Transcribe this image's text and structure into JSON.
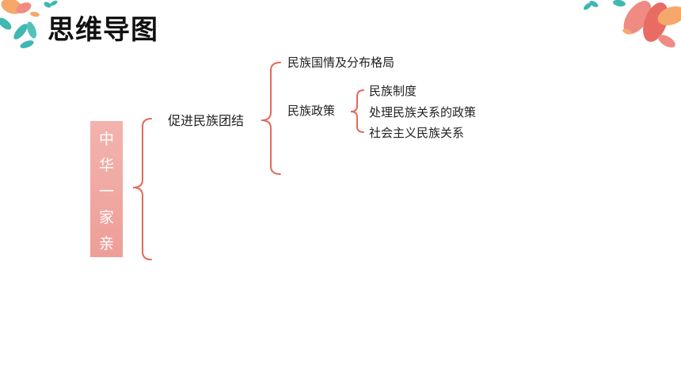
{
  "title": "思维导图",
  "root": {
    "label": "中华一家亲",
    "chars": [
      "中",
      "华",
      "一",
      "家",
      "亲"
    ]
  },
  "level1": {
    "label": "促进民族团结"
  },
  "level2": [
    {
      "label": "民族国情及分布格局"
    },
    {
      "label": "民族政策"
    }
  ],
  "level3": [
    {
      "label": "民族制度"
    },
    {
      "label": "处理民族关系的政策"
    },
    {
      "label": "社会主义民族关系"
    }
  ],
  "colors": {
    "bracket": "#e06b5c",
    "root_fill": "#f0a7a1",
    "root_text": "#ffffff",
    "decor_teal": "#3fb7b2",
    "decor_pink": "#f08b83",
    "decor_orange": "#f5a86a"
  }
}
